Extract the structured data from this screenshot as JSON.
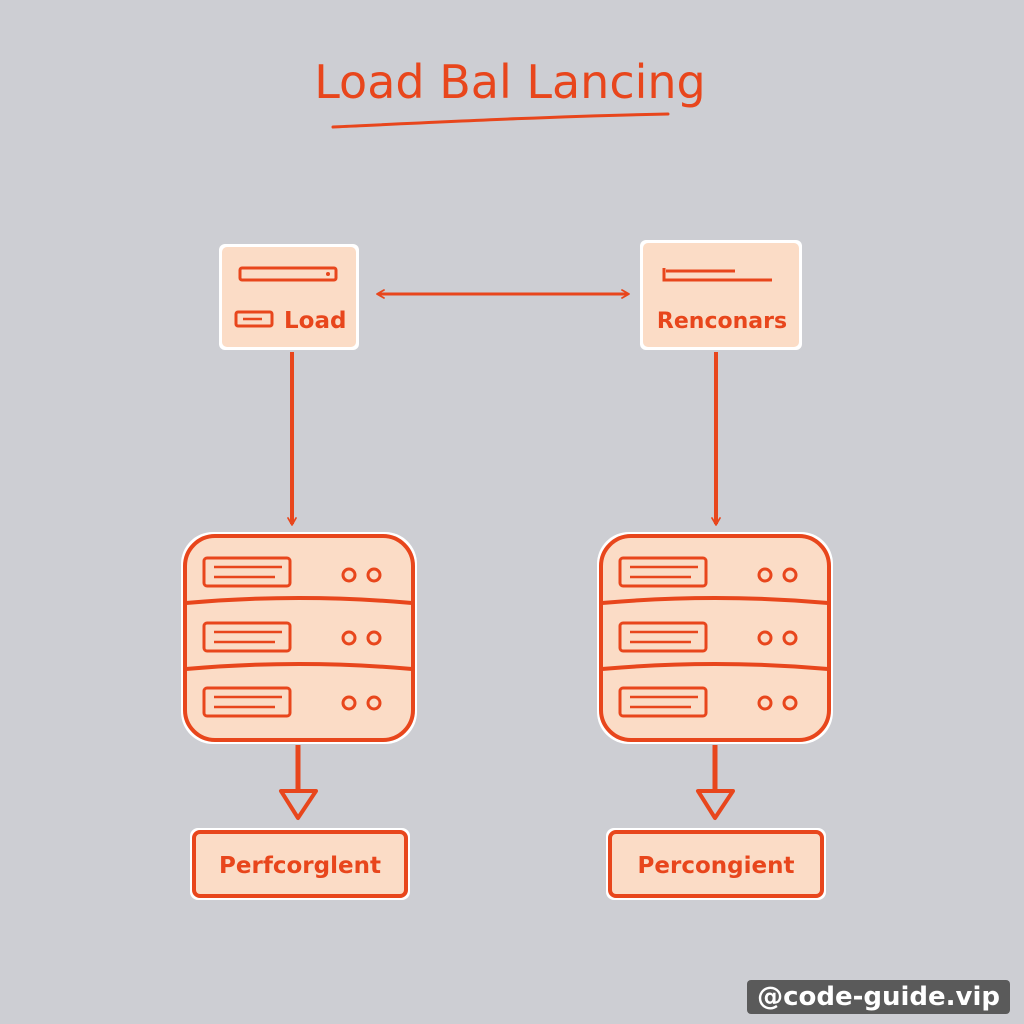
{
  "title": "Load Bal Lancing",
  "colors": {
    "background": "#cdced3",
    "stroke": "#e8461c",
    "fill": "#fbdcc6",
    "outline": "#ffffff",
    "watermark_bg": "#5a5a5a"
  },
  "nodes": {
    "left_box": {
      "label": "Load",
      "icons": [
        "bar-icon",
        "mini-bar-icon"
      ]
    },
    "right_box": {
      "label": "Renconars",
      "icons": [
        "bar-icon"
      ]
    },
    "left_server": {
      "type": "server-rack-icon",
      "units": 3
    },
    "right_server": {
      "type": "server-rack-icon",
      "units": 3
    },
    "left_output": {
      "label": "Perfcorglent"
    },
    "right_output": {
      "label": "Percongient"
    }
  },
  "edges": [
    {
      "from": "left_box",
      "to": "right_box",
      "style": "double-arrow"
    },
    {
      "from": "left_box",
      "to": "left_server",
      "style": "arrow"
    },
    {
      "from": "right_box",
      "to": "right_server",
      "style": "arrow"
    },
    {
      "from": "left_server",
      "to": "left_output",
      "style": "hollow-arrow"
    },
    {
      "from": "right_server",
      "to": "right_output",
      "style": "hollow-arrow"
    }
  ],
  "watermark": "@code-guide.vip"
}
